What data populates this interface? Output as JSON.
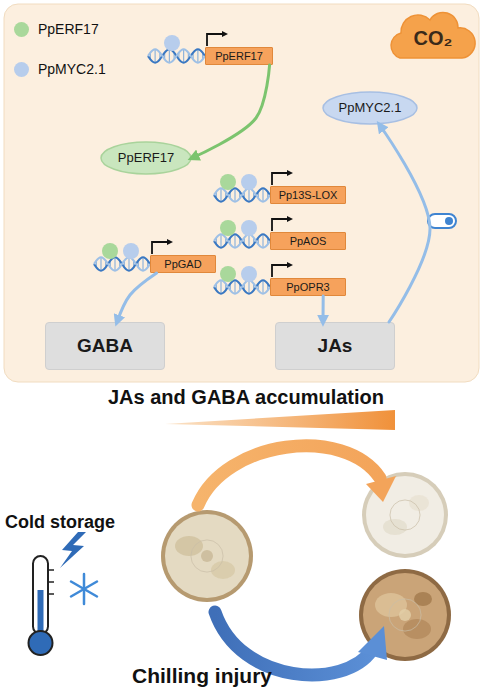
{
  "diagram": {
    "nodes": [
      {
        "text": [
          "CO₂"
        ]
      },
      {
        "text": [
          "PpERF17"
        ]
      },
      {
        "text": [
          "PpMYC2.1"
        ]
      },
      {
        "text": [
          "PpERF17"
        ]
      },
      {
        "text": [
          "Pp13S-LOX"
        ]
      },
      {
        "text": [
          "PpAOS"
        ]
      },
      {
        "text": [
          "PpOPR3"
        ]
      },
      {
        "text": [
          "PpGAD"
        ]
      },
      {
        "text": [
          "GABA"
        ]
      },
      {
        "text": [
          "JAs"
        ]
      }
    ],
    "edges": [
      {
        "from": 1,
        "to": 3,
        "arrow": "to"
      },
      {
        "from": 7,
        "to": 8,
        "arrow": "to"
      },
      {
        "from": 6,
        "to": 9,
        "arrow": "to"
      },
      {
        "from": 9,
        "to": 2,
        "arrow": "to"
      }
    ],
    "labels": [
      "JAs and GABA accumulation",
      "Cold storage",
      "Chilling injury"
    ],
    "legend": [
      {
        "text": "PpERF17",
        "color": "#a9d89b"
      },
      {
        "text": "PpMYC2.1",
        "color": "#b7cdec"
      }
    ]
  }
}
